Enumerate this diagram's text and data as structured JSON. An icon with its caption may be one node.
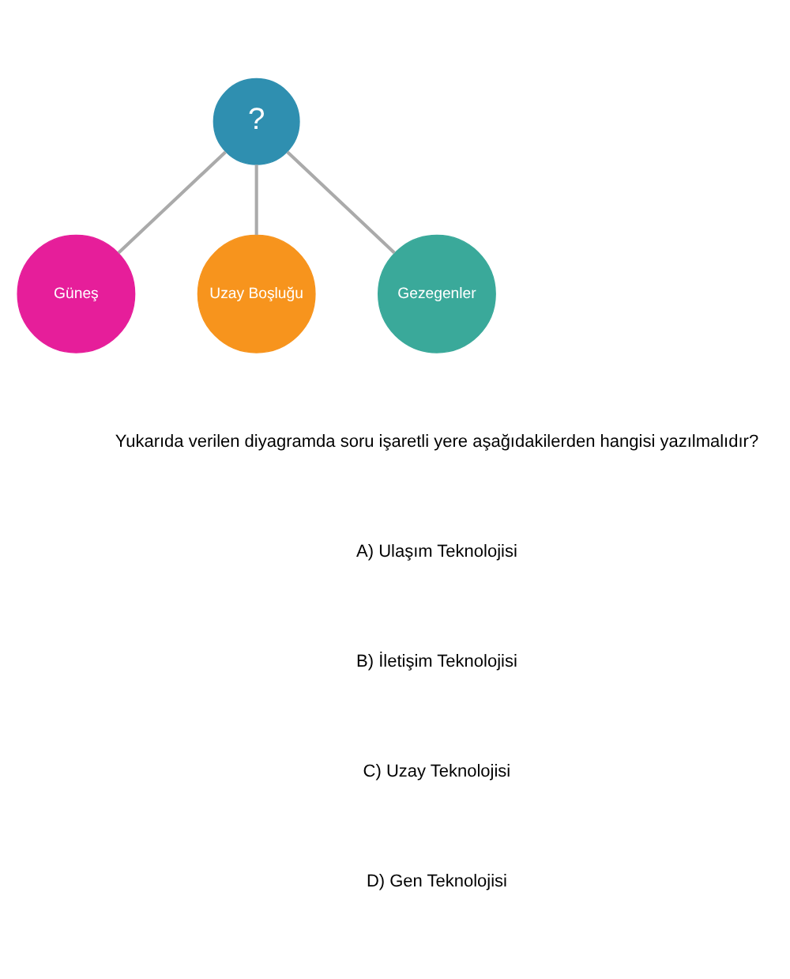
{
  "diagram": {
    "nodes": [
      {
        "text": [
          "?"
        ]
      },
      {
        "text": [
          "Güneş"
        ]
      },
      {
        "text": [
          "Uzay Boşluğu"
        ]
      },
      {
        "text": [
          "Gezegenler"
        ]
      }
    ],
    "edges": [
      {
        "from": 0,
        "to": 1,
        "arrow": "none"
      },
      {
        "from": 0,
        "to": 2,
        "arrow": "none"
      },
      {
        "from": 0,
        "to": 3,
        "arrow": "none"
      }
    ],
    "labels": [
      "Yukarıda verilen diyagramda soru işaretli yere aşağıdakilerden hangisi yazılmalıdır?",
      "A) Ulaşım Teknolojisi",
      "B) İletişim Teknolojisi",
      "C) Uzay Teknolojisi",
      "D) Gen Teknolojisi"
    ]
  }
}
